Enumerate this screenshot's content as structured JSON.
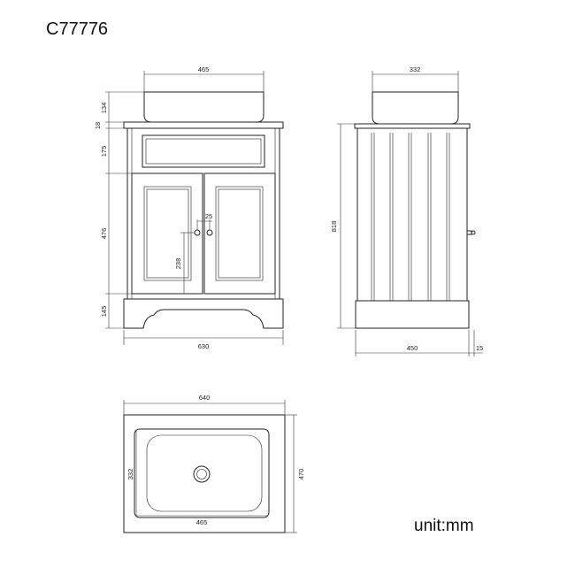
{
  "product_code": "C77776",
  "unit_label": "unit:mm",
  "front_view": {
    "basin_width": "465",
    "basin_height": "134",
    "top_thickness": "18",
    "drawer_height": "175",
    "door_height": "476",
    "plinth_height": "145",
    "overall_width": "630",
    "knob_spacing": "25",
    "knob_height": "238"
  },
  "side_view": {
    "basin_depth": "332",
    "overall_height": "818",
    "overall_depth": "450",
    "knob_projection": "15"
  },
  "top_view": {
    "top_width": "640",
    "top_depth": "470",
    "basin_depth": "332",
    "basin_width": "465"
  }
}
